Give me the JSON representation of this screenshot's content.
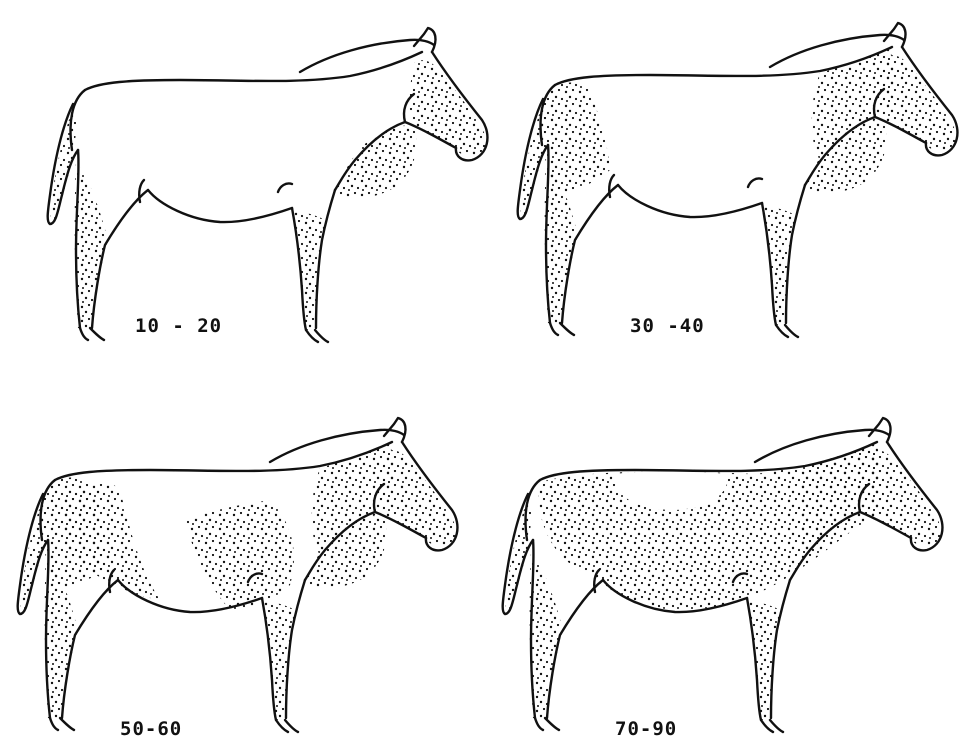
{
  "panels": [
    {
      "id": "p1",
      "label": "10 - 20",
      "coverage": 0.15,
      "shaded": [
        "tail",
        "hind-leg",
        "front-leg",
        "shoulder",
        "head"
      ]
    },
    {
      "id": "p2",
      "label": "30 -40",
      "coverage": 0.35,
      "shaded": [
        "tail",
        "rump",
        "hind-leg",
        "front-leg",
        "shoulder",
        "neck",
        "head"
      ]
    },
    {
      "id": "p3",
      "label": "50-60",
      "coverage": 0.55,
      "shaded": [
        "tail",
        "rump",
        "hind-leg",
        "front-leg",
        "shoulder",
        "neck",
        "head",
        "belly-front",
        "belly-rear"
      ]
    },
    {
      "id": "p4",
      "label": "70-90",
      "coverage": 0.8,
      "shaded": [
        "tail",
        "rump",
        "hind-leg",
        "front-leg",
        "shoulder",
        "neck",
        "head",
        "body"
      ]
    }
  ],
  "colors": {
    "ink": "#111111",
    "paper": "#ffffff"
  }
}
